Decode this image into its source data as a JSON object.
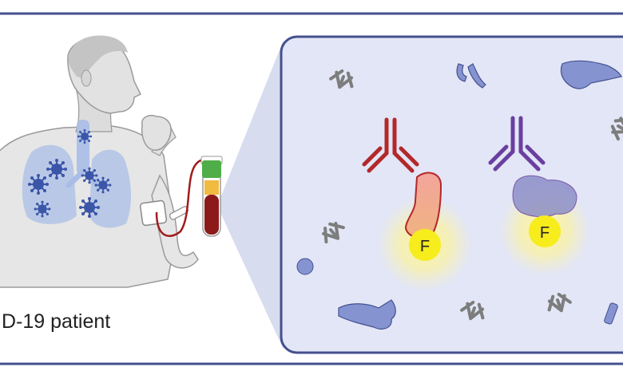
{
  "patient_caption": "D-19 patient",
  "fluorophore_label_left": "F",
  "fluorophore_label_right": "F",
  "icons": [
    "person-coughing-icon",
    "lungs-icon",
    "virus-particle-icon",
    "blood-tube-icon",
    "iv-patch-icon",
    "antibody-icon",
    "antigen-protein-icon",
    "fluorophore-icon"
  ],
  "colors": {
    "border": "#44508f",
    "panel_fill": "#e2e6f6",
    "cone_fill": "#d7dcef",
    "skin": "#e6e6e6",
    "skin_outline": "#9a9a9a",
    "lungs": "#a9bde6",
    "virus": "#3b56a8",
    "blood": "#8d1a1a",
    "tube_cap": "#4fae47",
    "antibody_red": "#b3282a",
    "antibody_purple": "#6a3fa0",
    "antibody_gray": "#7d7d7d",
    "antigen_blue": "#8594d1",
    "antigen_salmon": "#ef9a8e",
    "fluorophore": "#f7ec1c",
    "glow": "#f6f2a6"
  }
}
